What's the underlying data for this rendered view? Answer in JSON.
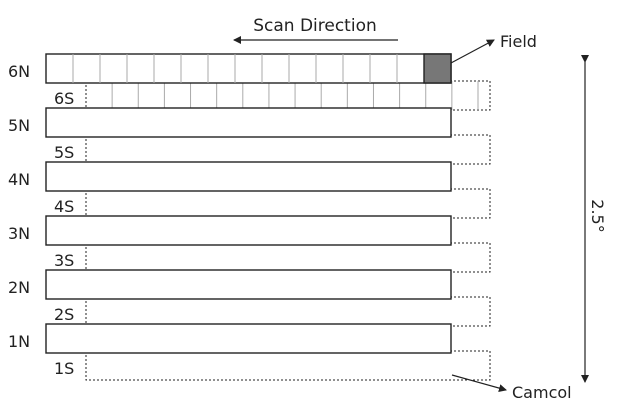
{
  "header": {
    "scan_direction_label": "Scan Direction"
  },
  "annotations": {
    "field_label": "Field",
    "camcol_label": "Camcol",
    "height_label": "2.5°"
  },
  "strips_north": [
    {
      "label": "6N"
    },
    {
      "label": "5N"
    },
    {
      "label": "4N"
    },
    {
      "label": "3N"
    },
    {
      "label": "2N"
    },
    {
      "label": "1N"
    }
  ],
  "strips_south": [
    {
      "label": "6S"
    },
    {
      "label": "5S"
    },
    {
      "label": "4S"
    },
    {
      "label": "3S"
    },
    {
      "label": "2S"
    },
    {
      "label": "1S"
    }
  ],
  "colors": {
    "stroke": "#222222",
    "field_highlight": "#777777",
    "cell_line": "#aaaaaa",
    "background": "#ffffff"
  }
}
